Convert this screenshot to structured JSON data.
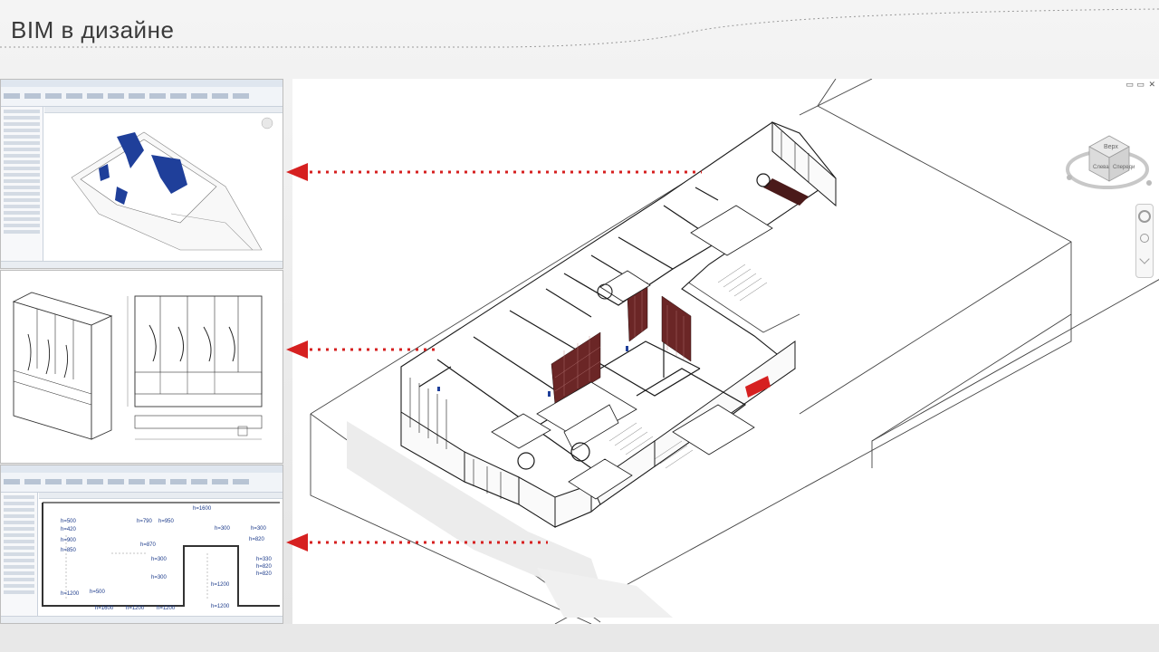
{
  "slide": {
    "title": "BIM в дизайне"
  },
  "viewcube": {
    "top_label": "Верх",
    "front_label": "Слева",
    "right_label": "Спереди"
  },
  "drawing_view": {
    "dimensions": [
      "h=1600",
      "h=500",
      "h=420",
      "h=790",
      "h=950",
      "h=300",
      "h=300",
      "h=900",
      "h=850",
      "h=870",
      "h=820",
      "h=300",
      "h=330",
      "h=300",
      "h=1200",
      "h=820",
      "h=820",
      "h=1200",
      "h=500",
      "h=1200",
      "h=1600",
      "h=1200",
      "h=1200"
    ]
  },
  "colors": {
    "accent_red": "#d62020",
    "wall_blue": "#1f3f9a",
    "line_dark": "#2b2b2b"
  },
  "icons": {
    "arrow": "left-arrow-icon",
    "viewcube": "viewcube-icon",
    "nav": "navigation-bar-icon"
  }
}
